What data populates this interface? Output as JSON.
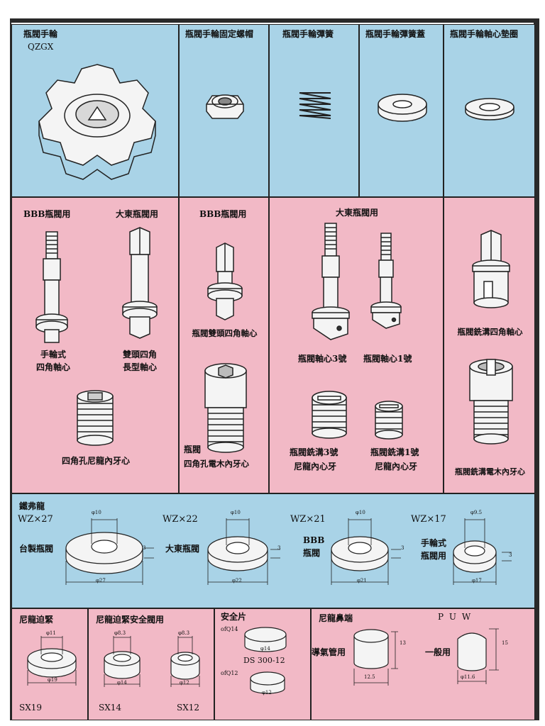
{
  "row1": {
    "handwheel": {
      "title": "瓶閥手輪",
      "model": "QZGX"
    },
    "nut": {
      "title": "瓶閥手輪固定螺帽"
    },
    "spring": {
      "title": "瓶閥手輪彈簧"
    },
    "spring_cap": {
      "title": "瓶閥手輪彈簧蓋"
    },
    "washer": {
      "title": "瓶閥手輪軸心墊圈"
    }
  },
  "row2": {
    "bbb_header": "BBB瓶閥用",
    "datong_header": "大東瓶閥用",
    "bbb_header2": "BBB瓶閥用",
    "datong_header2": "大東瓶閥用",
    "handwheel_stem": {
      "line1": "手輪式",
      "line2": "四角軸心"
    },
    "double_stem": {
      "line1": "雙頭四角",
      "line2": "長型軸心"
    },
    "nylon_thread": "四角孔尼龍內牙心",
    "double_head_stem": "瓶閥雙頭四角軸心",
    "bakelite": {
      "line1": "瓶閥",
      "line2": "四角孔電木內牙心"
    },
    "stem3": "瓶閥軸心3號",
    "stem1": "瓶閥軸心1號",
    "slot3": {
      "line1": "瓶閥銑溝3號",
      "line2": "尼龍內心牙"
    },
    "slot1": {
      "line1": "瓶閥銑溝1號",
      "line2": "尼龍內心牙"
    },
    "slot_stem": "瓶閥銑溝四角軸心",
    "slot_bakelite": "瓶閥銑溝電木內牙心"
  },
  "row3": {
    "title": "鐵弗龍",
    "items": [
      {
        "code": "WZ×27",
        "label": "台製瓶閥",
        "inner": "φ10",
        "outer": "φ27",
        "thick": "3"
      },
      {
        "code": "WZ×22",
        "label": "大東瓶閥",
        "inner": "φ10",
        "outer": "φ22",
        "thick": "3"
      },
      {
        "code": "WZ×21",
        "label_l1": "BBB",
        "label_l2": "瓶閥",
        "inner": "φ10",
        "outer": "φ21",
        "thick": "3"
      },
      {
        "code": "WZ×17",
        "label_l1": "手輪式",
        "label_l2": "瓶閥用",
        "inner": "φ9.5",
        "outer": "φ17",
        "thick": "3"
      }
    ]
  },
  "row4": {
    "nylon_ring": {
      "title": "尼龍迫緊",
      "inner": "φ11",
      "outer": "φ19",
      "code": "SX19"
    },
    "safety_ring": {
      "title": "尼龍迫緊安全閥用",
      "a_inner": "φ8.3",
      "a_outer": "φ14",
      "a_code": "SX14",
      "b_inner": "φ8.3",
      "b_outer": "φ12",
      "b_code": "SX12"
    },
    "safety_disc": {
      "title": "安全片",
      "a_for": "ofQ14",
      "a_dia": "φ14",
      "model": "DS 300-12",
      "b_for": "ofQ12",
      "b_dia": "φ12"
    },
    "nose": {
      "title": "尼龍鼻端",
      "left_label": "導氣管用",
      "left_h": "13",
      "left_d": "12.5",
      "puw": "P U W",
      "right_label": "一般用",
      "right_h": "15",
      "right_d": "φ11.6"
    }
  }
}
